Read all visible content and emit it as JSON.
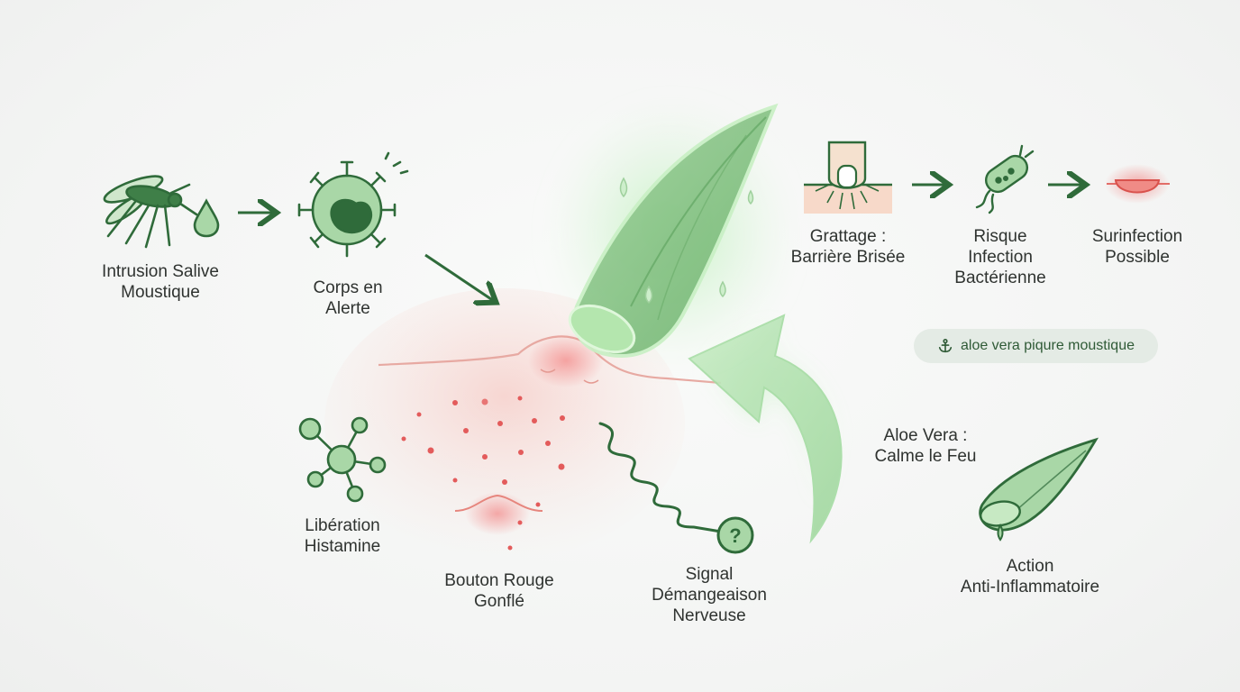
{
  "labels": {
    "intrusion": [
      "Intrusion Salive",
      "Moustique"
    ],
    "corps": [
      "Corps en",
      "Alerte"
    ],
    "liberation": [
      "Libération",
      "Histamine"
    ],
    "bouton": [
      "Bouton Rouge",
      "Gonflé"
    ],
    "signal": [
      "Signal",
      "Démangeaison",
      "Nerveuse"
    ],
    "grattage": [
      "Grattage :",
      "Barrière Brisée"
    ],
    "risque": [
      "Risque",
      "Infection",
      "Bactérienne"
    ],
    "surinfection": [
      "Surinfection",
      "Possible"
    ],
    "aloe": [
      "Aloe Vera :",
      "Calme le Feu"
    ],
    "action": [
      "Action",
      "Anti-Inflammatoire"
    ]
  },
  "tag": {
    "text": "aloe vera piqure moustique",
    "icon": "anchor-icon"
  },
  "colors": {
    "green_dark": "#2f6b3a",
    "green_light": "#a8d3a6",
    "red": "#e45a5a",
    "text": "#2f3330"
  }
}
